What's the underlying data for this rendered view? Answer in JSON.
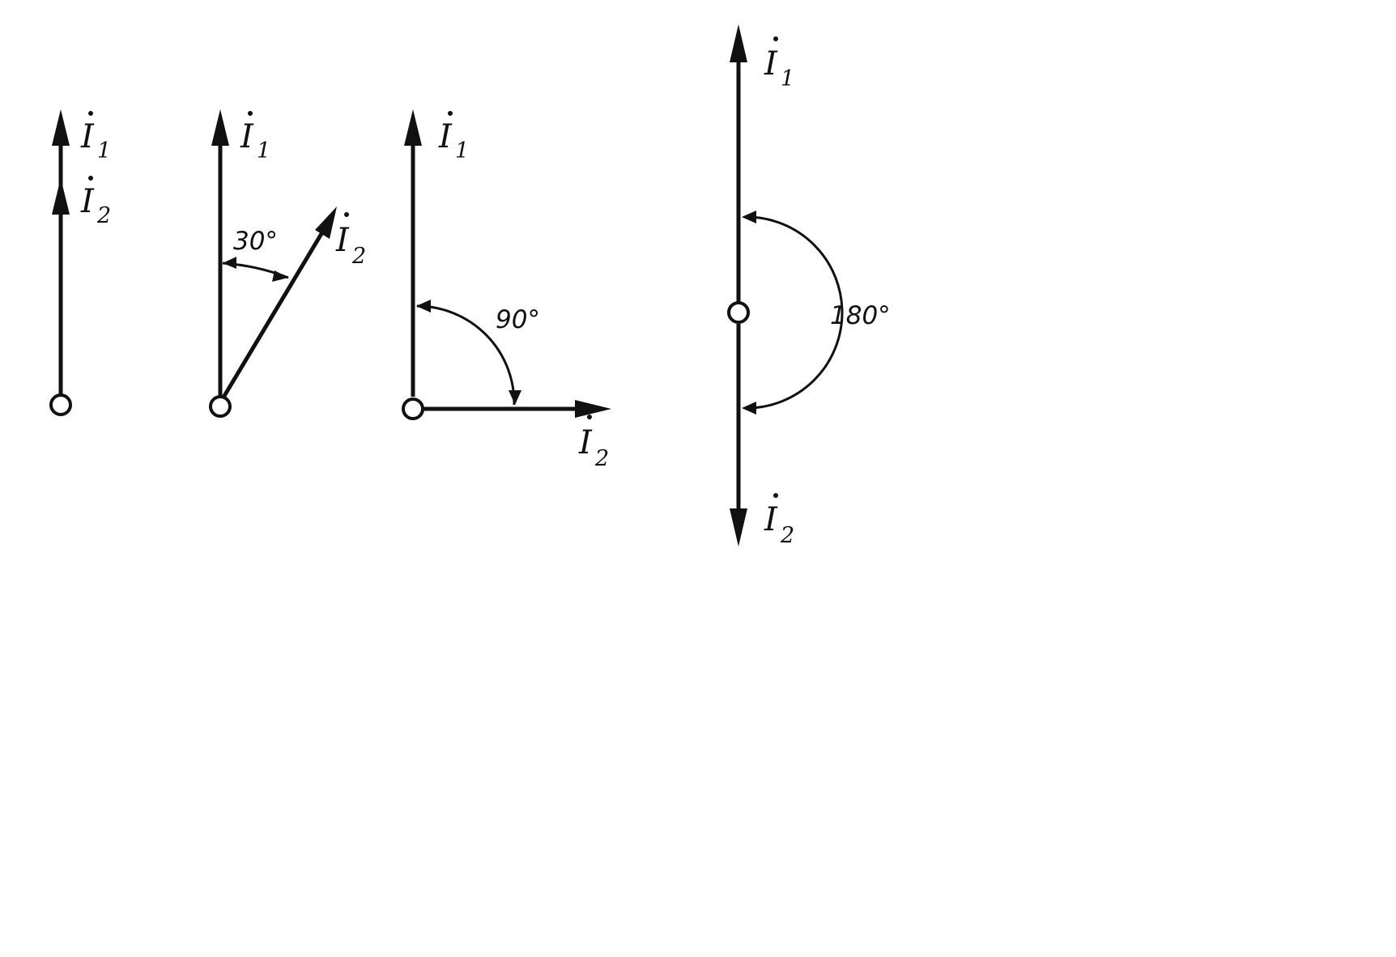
{
  "diagrams": [
    {
      "id": "in-phase",
      "angle_label": "",
      "phase_deg": 0,
      "vectors": [
        {
          "symbol": "I",
          "subscript": "1"
        },
        {
          "symbol": "I",
          "subscript": "2"
        }
      ]
    },
    {
      "id": "thirty-degrees",
      "angle_label": "30°",
      "phase_deg": 30,
      "vectors": [
        {
          "symbol": "I",
          "subscript": "1"
        },
        {
          "symbol": "I",
          "subscript": "2"
        }
      ]
    },
    {
      "id": "ninety-degrees",
      "angle_label": "90°",
      "phase_deg": 90,
      "vectors": [
        {
          "symbol": "I",
          "subscript": "1"
        },
        {
          "symbol": "I",
          "subscript": "2"
        }
      ]
    },
    {
      "id": "one-eighty-degrees",
      "angle_label": "180°",
      "phase_deg": 180,
      "vectors": [
        {
          "symbol": "I",
          "subscript": "1"
        },
        {
          "symbol": "I",
          "subscript": "2"
        }
      ]
    }
  ],
  "colors": {
    "ink": "#111111",
    "background": "#ffffff"
  }
}
